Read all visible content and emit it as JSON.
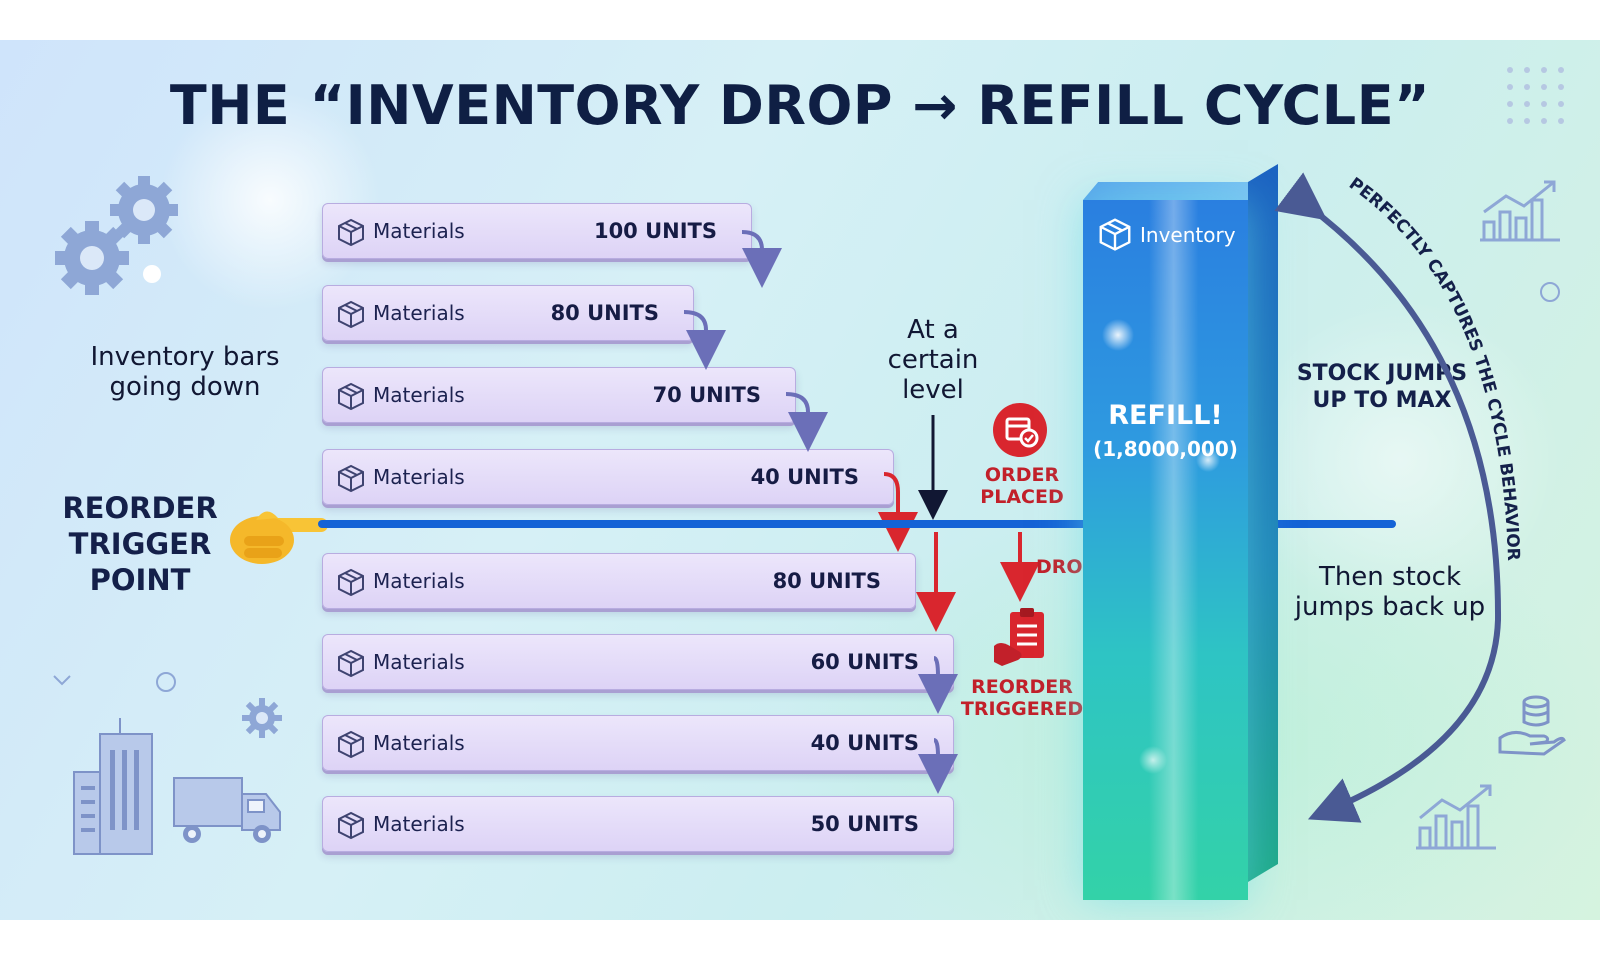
{
  "title": "THE “INVENTORY DROP → REFILL CYCLE”",
  "bars": [
    {
      "label": "Materials",
      "value_label": "100 UNITS",
      "units": 100
    },
    {
      "label": "Materials",
      "value_label": "80 UNITS",
      "units": 80
    },
    {
      "label": "Materials",
      "value_label": "70 UNITS",
      "units": 70
    },
    {
      "label": "Materials",
      "value_label": "40 UNITS",
      "units": 40
    },
    {
      "label": "Materials",
      "value_label": "80 UNITS",
      "units": 80
    },
    {
      "label": "Materials",
      "value_label": "60 UNITS",
      "units": 60
    },
    {
      "label": "Materials",
      "value_label": "40 UNITS",
      "units": 40
    },
    {
      "label": "Materials",
      "value_label": "50 UNITS",
      "units": 50
    }
  ],
  "notes": {
    "bars_going_down": [
      "Inventory bars",
      "going down"
    ],
    "reorder_trigger": [
      "REORDER",
      "TRIGGER",
      "POINT"
    ],
    "certain_level": [
      "At a",
      "certain",
      "level"
    ],
    "order_placed": [
      "ORDER",
      "PLACED"
    ],
    "drop": "DROP",
    "reorder_triggered": [
      "REORDER",
      "TRIGGERED"
    ],
    "stock_jumps_max": [
      "STOCK JUMPS",
      "UP TO MAX"
    ],
    "stock_jumps_back": [
      "Then stock",
      "jumps back up"
    ],
    "cycle_arc": "PERFECTLY CAPTURES THE CYCLE BEHAVIOR"
  },
  "pillar": {
    "label": "Inventory",
    "refill_title": "REFILL!",
    "refill_value": "(1,8000,000)"
  },
  "colors": {
    "title": "#0f1f44",
    "bar_fill": "#ddd3f6",
    "trigger_line": "#1463d6",
    "alert_red": "#c2202a",
    "step_arrow": "#6b6fb8",
    "pillar_top": "#2a7fe0",
    "pillar_bottom": "#33d2a8"
  },
  "icons": [
    "gear-icon",
    "box-icon",
    "pointing-hand-icon",
    "order-search-icon",
    "clipboard-hand-icon",
    "building-icon",
    "truck-icon",
    "bar-chart-icon",
    "coins-hand-icon"
  ]
}
